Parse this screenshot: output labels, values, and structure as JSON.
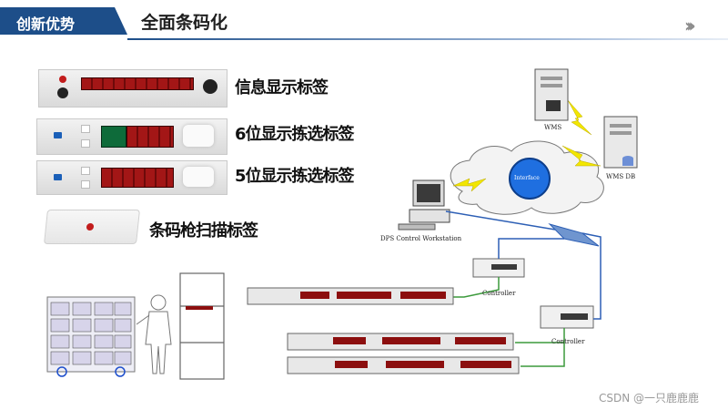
{
  "header": {
    "section_tag": "创新优势",
    "title": "全面条码化",
    "nav_icon": "chevron-triple-right-icon"
  },
  "devices": [
    {
      "label": "信息显示标签"
    },
    {
      "label": "6位显示拣选标签"
    },
    {
      "label": "5位显示拣选标签"
    },
    {
      "label": "条码枪扫描标签"
    }
  ],
  "network": {
    "wms": "WMS",
    "wms_db": "WMS DB",
    "interface": "Interface",
    "dps_workstation": "DPS Control Workstation",
    "controller_1": "Controller",
    "controller_2": "Controller"
  },
  "watermark": "CSDN @一只鹿鹿鹿",
  "colors": {
    "accent": "#1d4e89",
    "lightning": "#f2e600",
    "cable_blue": "#2d5fb5",
    "cable_green": "#3c9a3c"
  }
}
